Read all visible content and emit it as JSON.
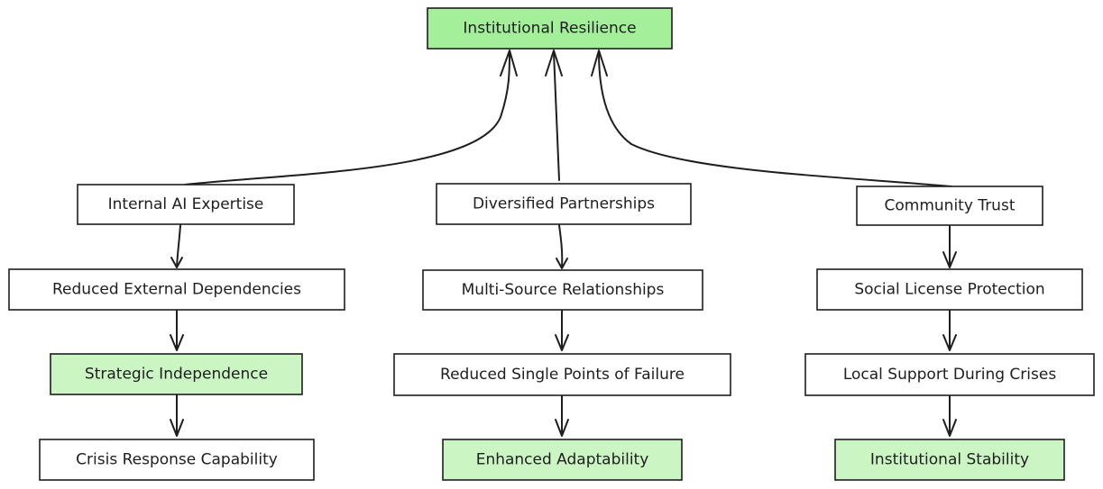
{
  "nodes": {
    "root": "Institutional Resilience",
    "internal_ai_expertise": "Internal AI Expertise",
    "diversified_partnerships": "Diversified Partnerships",
    "community_trust": "Community Trust",
    "reduced_external_dependencies": "Reduced External Dependencies",
    "multi_source_relationships": "Multi-Source Relationships",
    "social_license_protection": "Social License Protection",
    "strategic_independence": "Strategic Independence",
    "reduced_single_points_of_failure": "Reduced Single Points of Failure",
    "local_support_during_crises": "Local Support During Crises",
    "crisis_response_capability": "Crisis Response Capability",
    "enhanced_adaptability": "Enhanced Adaptability",
    "institutional_stability": "Institutional Stability"
  },
  "highlight_colors": {
    "root": "#a3ef9a",
    "highlighted": "#ccf5c4",
    "plain": "#ffffff"
  }
}
